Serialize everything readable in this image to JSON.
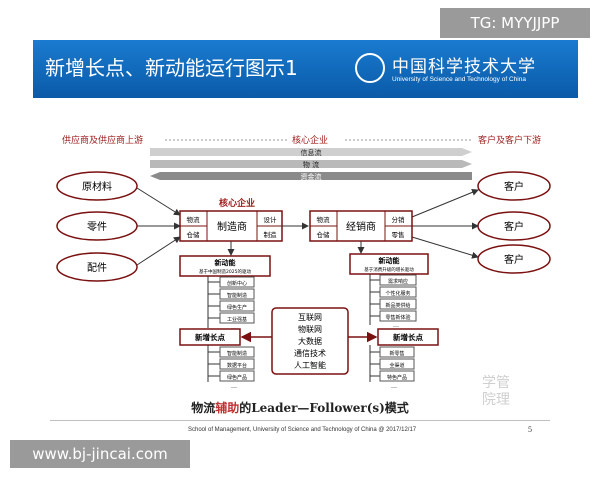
{
  "watermarks": {
    "top": "TG: MYYJJPP",
    "bottom": "www.bj-jincai.com"
  },
  "slide": {
    "title": "新增长点、新动能运行图示1",
    "logo_cn": "中国科学技术大学",
    "logo_en": "University of Science and Technology of China",
    "zones": {
      "left": "供应商及供应商上游",
      "center": "核心企业",
      "right": "客户及客户下游"
    },
    "flows": [
      "信息流",
      "物 流",
      "资金流"
    ],
    "suppliers": [
      "原材料",
      "零件",
      "配件"
    ],
    "customers": [
      "客户",
      "客户",
      "客户"
    ],
    "core_label": "核心企业",
    "manufacturer": {
      "left_top": "物流",
      "left_bottom": "仓储",
      "center": "制造商",
      "right_top": "设计",
      "right_bottom": "制造"
    },
    "distributor": {
      "left_top": "物流",
      "left_bottom": "仓储",
      "center": "经销商",
      "right_top": "分销",
      "right_bottom": "零售"
    },
    "left_new_energy": {
      "title": "新动能",
      "subtitle": "基于中国制造2025的驱动",
      "items": [
        "创新中心",
        "智能制造",
        "绿色生产",
        "工业强基"
      ]
    },
    "right_new_energy": {
      "title": "新动能",
      "subtitle": "基于消费升级的增长驱动",
      "items": [
        "需求响应",
        "个性化服务",
        "新品类供给",
        "零售新体验"
      ]
    },
    "left_growth": {
      "title": "新增长点",
      "items": [
        "智能制造",
        "数据平台",
        "绿色产品"
      ]
    },
    "right_growth": {
      "title": "新增长点",
      "items": [
        "新零售",
        "全渠道",
        "特色产品"
      ]
    },
    "tech_center": [
      "互联网",
      "物联网",
      "大数据",
      "通信技术",
      "人工智能"
    ],
    "ellipsis": "…",
    "caption_pre": "物流",
    "caption_hl": "辅助",
    "caption_post": "的Leader—Follower(s)模式",
    "stamp": "学管院理",
    "footer": "School of Management, University of Science and Technology of China @ 2017/12/17",
    "page": "5"
  },
  "colors": {
    "header": "#0a5aa8",
    "accent": "#a02020",
    "box_border": "#7a1010"
  }
}
